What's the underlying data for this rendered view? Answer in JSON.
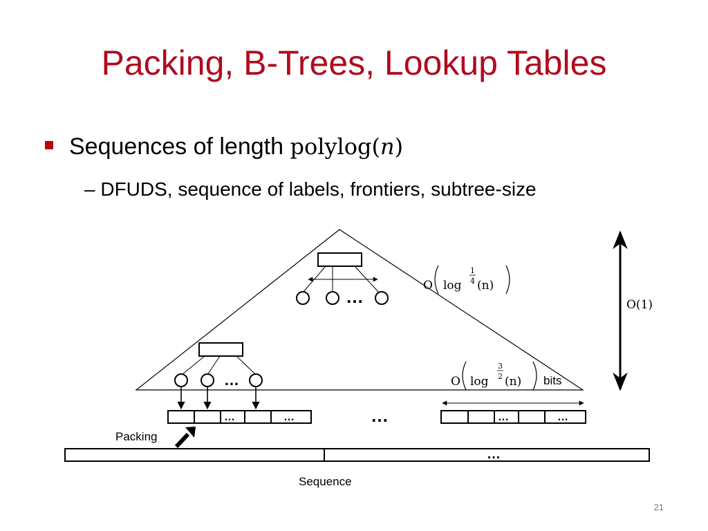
{
  "title": "Packing, B-Trees, Lookup Tables",
  "bullets": {
    "main_text": "Sequences of length ",
    "main_math_fn": "polylog",
    "main_math_var": "n",
    "sub_text": "– DFUDS, sequence of labels, frontiers, subtree-size"
  },
  "diagram": {
    "top_size_label": "O(log^(1/4)(n))",
    "bottom_size_label": "O(log^(3/2)(n)) bits",
    "bits_word": "bits",
    "height_label": "O(1)",
    "ellipsis": "…",
    "packing_label": "Packing",
    "sequence_label": "Sequence"
  },
  "page_number": "21",
  "colors": {
    "title": "#b00a1e",
    "bullet": "#c00000",
    "line": "#000000"
  }
}
